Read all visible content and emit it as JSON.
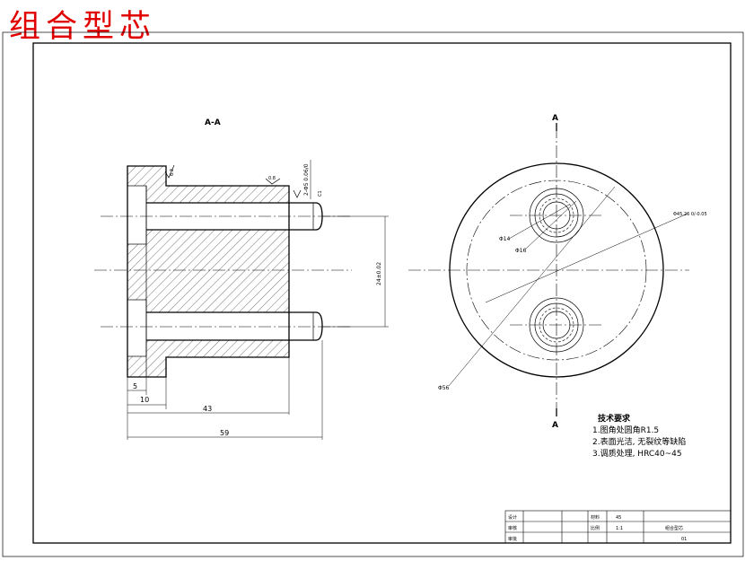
{
  "title": "组合型芯",
  "section_label": "A-A",
  "cut_marks": {
    "top": "A",
    "bottom": "A"
  },
  "dimensions": {
    "d5": "5",
    "d10": "10",
    "d43": "43",
    "d59": "59",
    "d_height": "24±0.02",
    "d_fit": "2-Φ5 0.06/0",
    "d14": "Φ14",
    "d16": "Φ16",
    "d_pcd": "Φ45.26 0/-0.05",
    "d_outer": "Φ56"
  },
  "surface_marks": {
    "rough_a": "6.3",
    "rough_b": "0.8",
    "chamfer": "C1"
  },
  "notes": {
    "heading": "技术要求",
    "items": [
      "1.图角处圆角R1.5",
      "2.表面光洁, 无裂纹等缺陷",
      "3.调质处理, HRC40~45"
    ]
  },
  "title_block": {
    "design_label": "设计",
    "review_label": "审核",
    "approve_label": "审批",
    "material_label": "材料",
    "material_value": "45",
    "scale_label": "比例",
    "scale_value": "1:1",
    "part_name": "组合型芯",
    "drawing_no": "01"
  }
}
